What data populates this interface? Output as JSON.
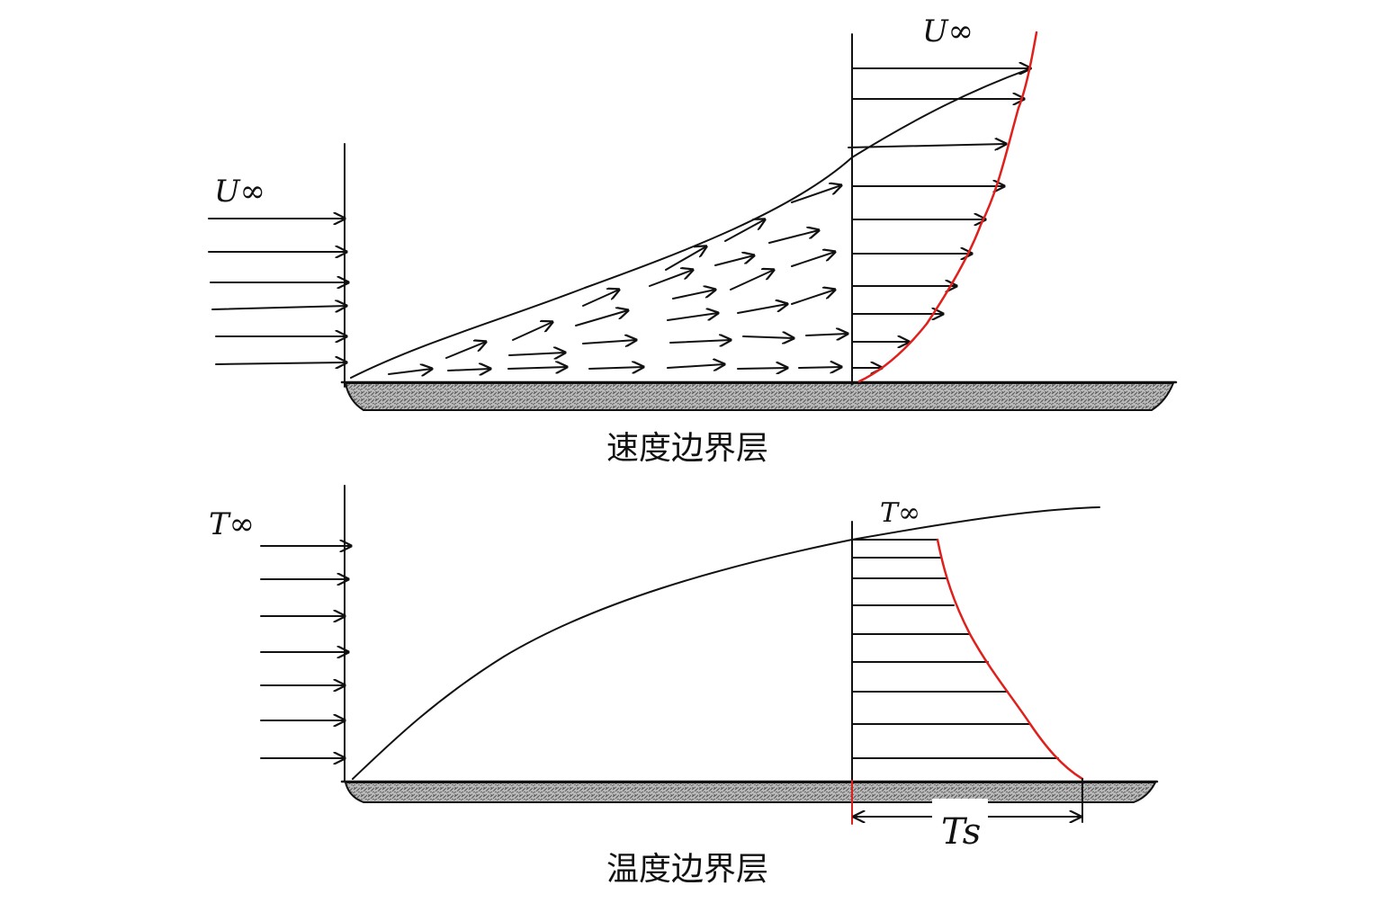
{
  "velocity_diagram": {
    "caption": "速度边界层",
    "freestream_label_left": "U∞",
    "freestream_label_right": "U∞"
  },
  "thermal_diagram": {
    "caption": "温度边界层",
    "freestream_label_left": "T∞",
    "freestream_label_right": "T∞",
    "surface_label": "Ts"
  },
  "colors": {
    "ink": "#111111",
    "profile_curve": "#e0201c",
    "plate_fill": "#9a9a9a"
  }
}
